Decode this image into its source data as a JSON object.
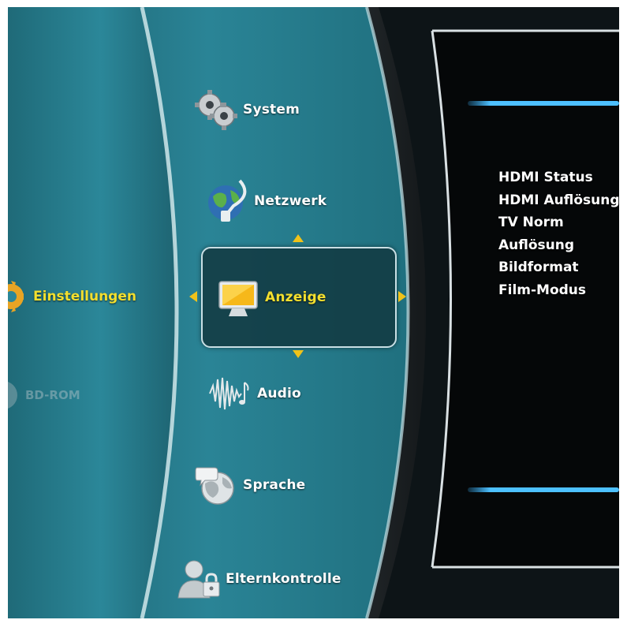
{
  "colors": {
    "selected_text": "#f3df2e",
    "arrow": "#f0c21a",
    "panel_teal": "#2e8a9c",
    "accent_line": "#3ab4ff"
  },
  "categories": {
    "active": {
      "label": "Einstellungen",
      "icon": "gear-icon"
    },
    "inactive": {
      "label": "BD-ROM",
      "icon": "disc-icon"
    }
  },
  "menu": {
    "items": [
      {
        "label": "System",
        "icon": "gears-icon"
      },
      {
        "label": "Netzwerk",
        "icon": "network-globe-icon"
      },
      {
        "label": "Anzeige",
        "icon": "monitor-icon",
        "selected": true
      },
      {
        "label": "Audio",
        "icon": "audio-wave-icon"
      },
      {
        "label": "Sprache",
        "icon": "language-globe-icon"
      },
      {
        "label": "Elternkontrolle",
        "icon": "parental-lock-icon"
      }
    ]
  },
  "submenu": {
    "items": [
      "HDMI Status",
      "HDMI Auflösung",
      "TV Norm",
      "Auflösung",
      "Bildformat",
      "Film-Modus"
    ]
  }
}
